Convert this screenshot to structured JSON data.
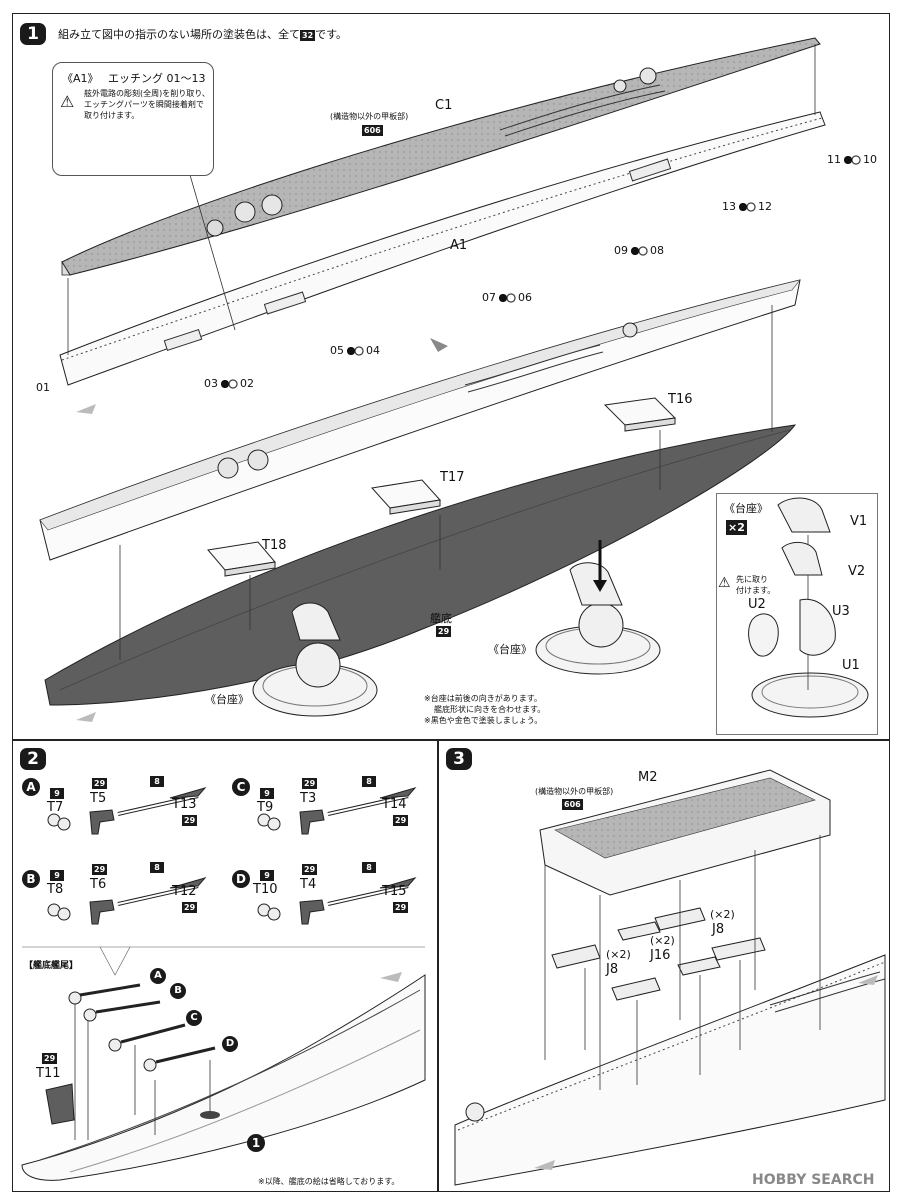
{
  "step1": {
    "num": "1",
    "instruction_pre": "組み立て図中の指示のない場所の塗装色は、全て",
    "instruction_paint": "32",
    "instruction_post": "です。",
    "callout": {
      "title": "《A1》",
      "subtitle": "エッチング 01〜13",
      "warning_lines": [
        "舷外電路の彫刻(全周)を削り取り、",
        "エッチングパーツを瞬間接着剤で",
        "取り付けます。"
      ]
    },
    "deck_note": "(構造物以外の甲板部)",
    "deck_paint": "606",
    "part_c1": "C1",
    "part_a1": "A1",
    "pairs": [
      {
        "a": "11",
        "b": "10"
      },
      {
        "a": "13",
        "b": "12"
      },
      {
        "a": "09",
        "b": "08"
      },
      {
        "a": "07",
        "b": "06"
      },
      {
        "a": "05",
        "b": "04"
      },
      {
        "a": "03",
        "b": "02"
      }
    ],
    "part_01": "01",
    "t16": "T16",
    "t17": "T17",
    "t18": "T18",
    "hull_bottom": "艦底",
    "hull_paint": "29",
    "stand_label": "《台座》",
    "stand_label2": "《台座》",
    "stand_box": {
      "title": "《台座》",
      "count": "×2",
      "warn": [
        "先に取り",
        "付けます。"
      ],
      "v1": "V1",
      "v2": "V2",
      "u2": "U2",
      "u3": "U3",
      "u1": "U1"
    },
    "notes": [
      "※台座は前後の向きがあります。",
      "艦底形状に向きを合わせます。",
      "※黒色や金色で塗装しましょう。"
    ]
  },
  "step2": {
    "num": "2",
    "groups": [
      {
        "letter": "A",
        "p1": "T7",
        "p1c": "9",
        "p2": "T5",
        "p2c": "29",
        "p3c": "8",
        "p4": "T13",
        "p4c": "29"
      },
      {
        "letter": "C",
        "p1": "T9",
        "p1c": "9",
        "p2": "T3",
        "p2c": "29",
        "p3c": "8",
        "p4": "T14",
        "p4c": "29"
      },
      {
        "letter": "B",
        "p1": "T8",
        "p1c": "9",
        "p2": "T6",
        "p2c": "29",
        "p3c": "8",
        "p4": "T12",
        "p4c": "29"
      },
      {
        "letter": "D",
        "p1": "T10",
        "p1c": "9",
        "p2": "T4",
        "p2c": "29",
        "p3c": "8",
        "p4": "T15",
        "p4c": "29"
      }
    ],
    "stern_label": "【艦底艦尾】",
    "t11": "T11",
    "t11c": "29",
    "letters": [
      "A",
      "B",
      "C",
      "D"
    ],
    "ref_step": "1",
    "footnote": "※以降、艦底の絵は省略しております。"
  },
  "step3": {
    "num": "3",
    "part_m2": "M2",
    "deck_note": "(構造物以外の甲板部)",
    "deck_paint": "606",
    "x2a": "(×2)",
    "j8a": "J8",
    "x2b": "(×2)",
    "j16": "J16",
    "x2c": "(×2)",
    "j8b": "J8"
  },
  "watermark": "HOBBY SEARCH",
  "colors": {
    "hull_dark": "#5e5e5e",
    "deck_gray": "#b4b4b4",
    "ink": "#1a1a1a"
  }
}
